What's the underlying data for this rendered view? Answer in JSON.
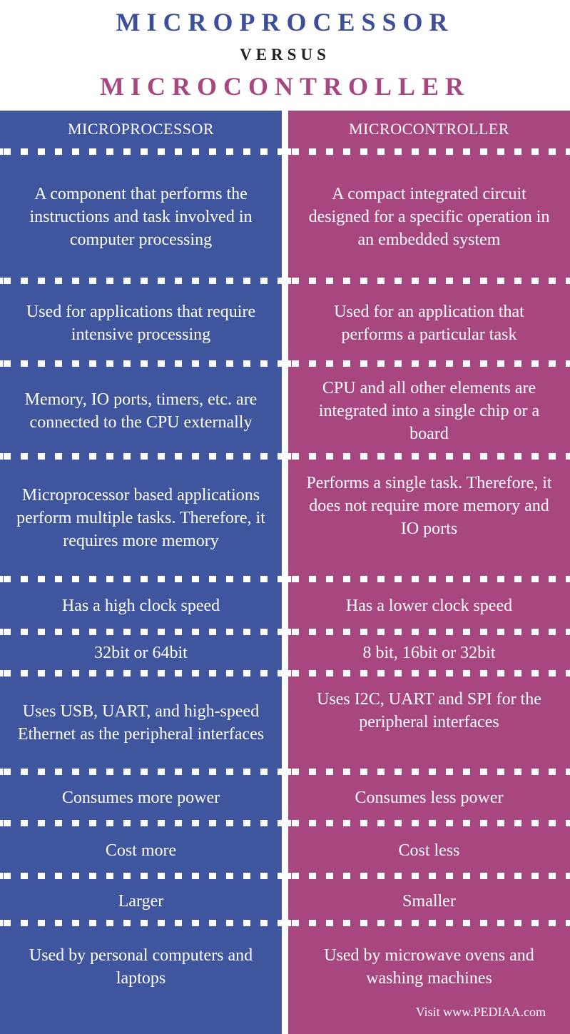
{
  "title": {
    "line1": "MICROPROCESSOR",
    "line2": "VERSUS",
    "line3": "MICROCONTROLLER"
  },
  "columns": {
    "left": {
      "header": "MICROPROCESSOR",
      "rows": [
        "A component that performs the instructions and task involved in computer processing",
        "Used for applications that require intensive processing",
        "Memory, IO ports, timers, etc. are connected to the CPU externally",
        "Microprocessor based applications perform multiple tasks. Therefore, it requires more memory",
        "Has a high clock speed",
        "32bit or 64bit",
        "Uses USB, UART, and high-speed Ethernet as the peripheral interfaces",
        "Consumes more power",
        "Cost more",
        "Larger",
        "Used by personal computers and laptops"
      ]
    },
    "right": {
      "header": "MICROCONTROLLER",
      "rows": [
        "A compact integrated circuit designed for a specific operation in an embedded system",
        "Used for an application that performs a particular task",
        "CPU and all other elements are integrated into a single chip or a board",
        "Performs a single task. Therefore, it does not require more memory and IO ports",
        "Has a lower clock speed",
        "8 bit, 16bit or 32bit",
        "Uses I2C, UART and SPI for the peripheral interfaces",
        "Consumes less power",
        "Cost less",
        "Smaller",
        "Used by microwave ovens and washing machines"
      ]
    }
  },
  "footer": "Visit www.PEDIAA.com",
  "colors": {
    "microprocessor": "#3f559e",
    "microcontroller": "#a8467f",
    "versus": "#222222"
  }
}
